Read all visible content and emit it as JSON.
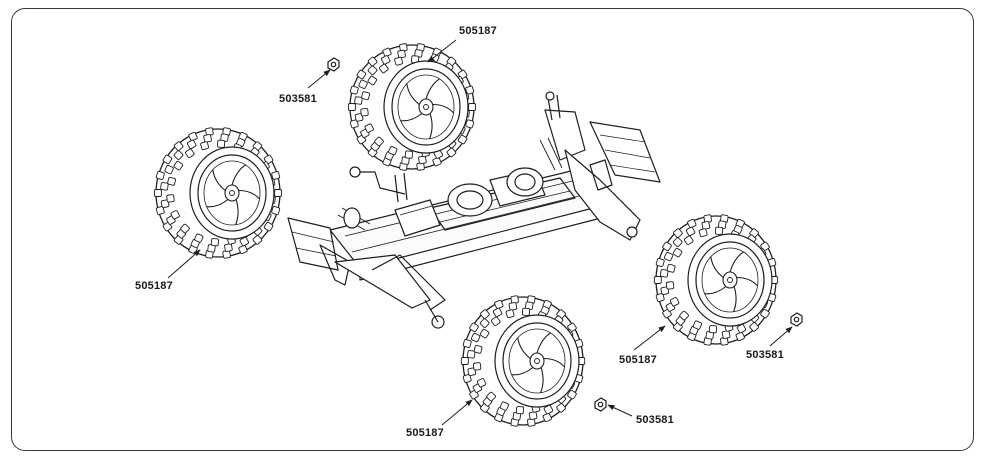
{
  "diagram": {
    "colors": {
      "line": "#1e1e1e",
      "frame": "#3a3a3a",
      "background": "#ffffff"
    },
    "callouts": [
      {
        "part": "505187",
        "target": "tire-rear-left"
      },
      {
        "part": "503581",
        "target": "nut-rear-left"
      },
      {
        "part": "505187",
        "target": "tire-front-left"
      },
      {
        "part": "505187",
        "target": "tire-rear-right"
      },
      {
        "part": "503581",
        "target": "nut-rear-right"
      },
      {
        "part": "505187",
        "target": "tire-front-right"
      },
      {
        "part": "503581",
        "target": "nut-front-right"
      }
    ]
  }
}
